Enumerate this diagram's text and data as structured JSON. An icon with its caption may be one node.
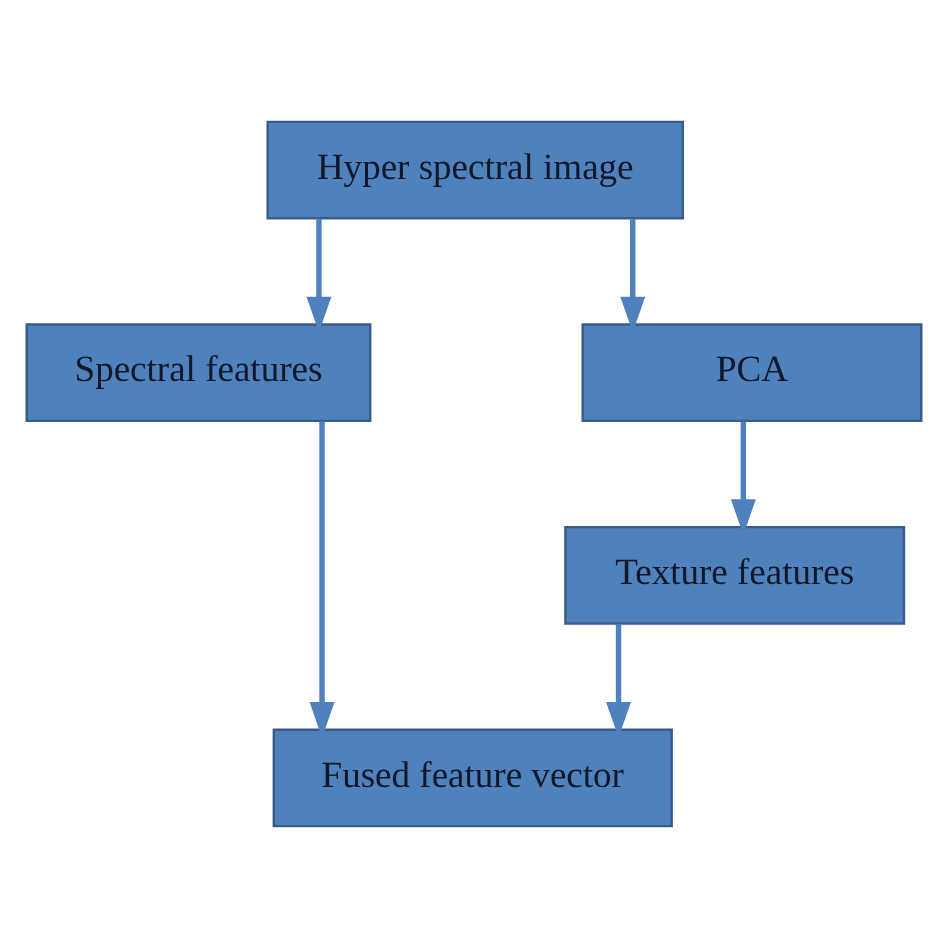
{
  "diagram": {
    "nodes": [
      {
        "text": [
          "Hyper spectral image"
        ]
      },
      {
        "text": [
          "Spectral features"
        ]
      },
      {
        "text": [
          "PCA"
        ]
      },
      {
        "text": [
          "Texture features"
        ]
      },
      {
        "text": [
          "Fused feature vector"
        ]
      }
    ],
    "edges": [
      {
        "from": 0,
        "to": 1,
        "arrow": "to"
      },
      {
        "from": 0,
        "to": 2,
        "arrow": "to"
      },
      {
        "from": 2,
        "to": 3,
        "arrow": "to"
      },
      {
        "from": 1,
        "to": 4,
        "arrow": "to"
      },
      {
        "from": 3,
        "to": 4,
        "arrow": "to"
      }
    ]
  }
}
